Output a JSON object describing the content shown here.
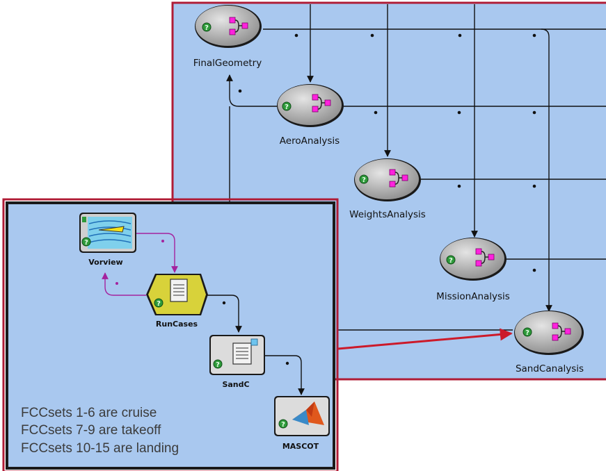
{
  "outer_panel": {
    "nodes": [
      {
        "id": "final",
        "label": "FinalGeometry"
      },
      {
        "id": "aero",
        "label": "AeroAnalysis"
      },
      {
        "id": "weights",
        "label": "WeightsAnalysis"
      },
      {
        "id": "mission",
        "label": "MissionAnalysis"
      },
      {
        "id": "sandc_analysis",
        "label": "SandCanalysis"
      }
    ]
  },
  "inner_panel": {
    "nodes": [
      {
        "id": "vorview",
        "label": "Vorview"
      },
      {
        "id": "runcases",
        "label": "RunCases"
      },
      {
        "id": "sandc",
        "label": "SandC"
      },
      {
        "id": "mascot",
        "label": "MASCOT"
      }
    ],
    "notes": [
      "FCCsets 1-6 are cruise",
      "FCCsets 7-9 are takeoff",
      "FCCsets 10-15 are landing"
    ]
  },
  "colors": {
    "panel_fill": "#a9c8ef",
    "outer_border": "#b01c36",
    "inner_border": "#1a1a1a",
    "wire": "#111111",
    "purple_wire": "#a4229e",
    "red_arrow": "#cc1a2a",
    "node_gray": "#a9a9a9",
    "magenta": "#ff22dd",
    "runcases_fill": "#d8d23a"
  },
  "icons": [
    "help-icon",
    "component-icon",
    "document-icon",
    "wing-icon",
    "matlab-icon"
  ]
}
